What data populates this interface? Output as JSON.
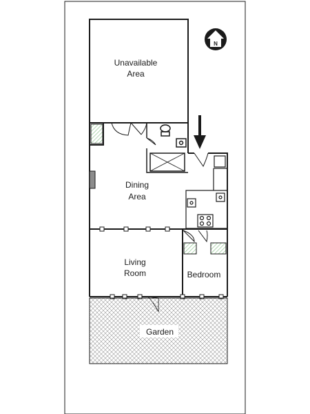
{
  "rooms": {
    "unavailable": [
      "Unavailable",
      "Area"
    ],
    "dining": [
      "Dining",
      "Area"
    ],
    "living": [
      "Living",
      "Room"
    ],
    "bedroom": "Bedroom",
    "garden": "Garden"
  },
  "compass": {
    "label": "N",
    "icon": "north-arrow-icon"
  },
  "entrance": {
    "icon": "entrance-arrow-icon"
  },
  "colors": {
    "wall": "#1a1a1a",
    "hatch": "#7fbf7f",
    "garden_crosshatch": "#9a9a9a",
    "fireplace": "#8c8c8c"
  }
}
